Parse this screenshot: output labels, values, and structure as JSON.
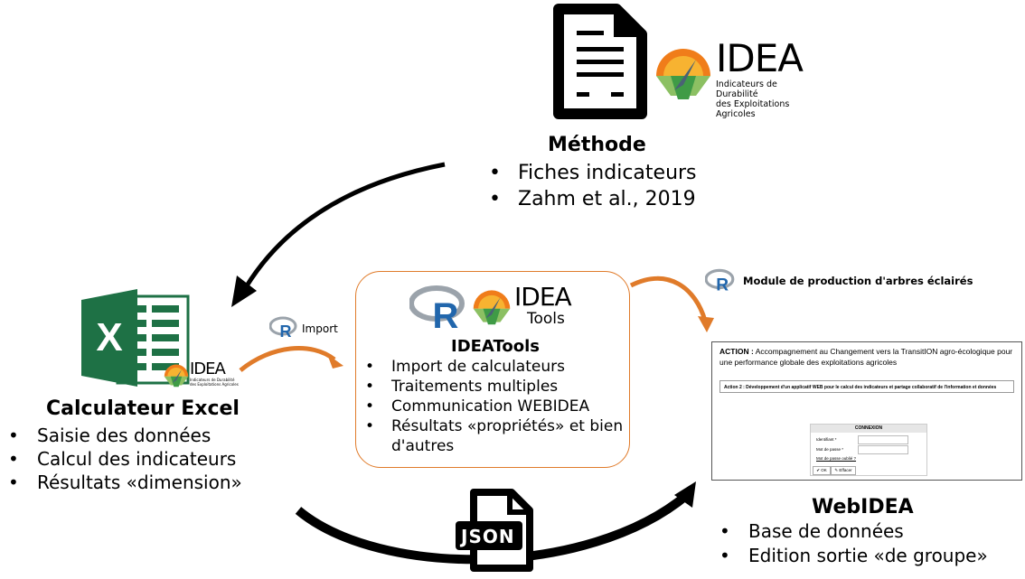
{
  "methode": {
    "title": "Méthode",
    "items": [
      "Fiches indicateurs",
      "Zahm et al., 2019"
    ]
  },
  "logo_idea": {
    "word": "IDEA",
    "subtitle_line1": "Indicateurs de Durabilité",
    "subtitle_line2": "des Exploitations Agricoles"
  },
  "excel": {
    "title": "Calculateur Excel",
    "items": [
      "Saisie des données",
      "Calcul des indicateurs",
      "Résultats «dimension»"
    ],
    "badge_word": "IDEA",
    "badge_sub1": "Indicateurs de Durabilité",
    "badge_sub2": "des Exploitations Agricoles"
  },
  "import_label": "Import",
  "ideatools": {
    "title": "IDEATools",
    "logo_word": "IDEA",
    "logo_sub": "Tools",
    "items": [
      "Import de calculateurs",
      "Traitements multiples",
      "Communication WEBIDEA",
      "Résultats «propriétés» et bien d'autres"
    ]
  },
  "module_label": "Module de production d'arbres éclairés",
  "webidea": {
    "title": "WebIDEA",
    "items": [
      "Base de données",
      "Edition sortie «de groupe»"
    ],
    "screenshot": {
      "action_prefix": "ACTION :",
      "action_text": "Accompagnement au Changement vers la TransitION agro-écologique pour une performance globale des exploitations agricoles",
      "action2": "Action 2 : Développement d'un applicatif WEB pour le calcul des indicateurs et partage collaboratif de l'information et données",
      "login_header": "CONNEXION",
      "id_label": "Identifiant *",
      "pwd_label": "Mot de passe *",
      "forgot": "Mot de passe oublié ?",
      "ok": "OK",
      "clear": "Effacer"
    }
  },
  "json_label": "JSON",
  "colors": {
    "orange": "#e07b2a",
    "excel_green": "#1e7145",
    "r_blue": "#2166ac"
  }
}
